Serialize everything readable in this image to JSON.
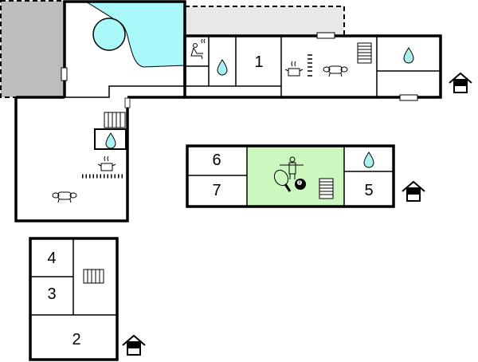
{
  "rooms": {
    "r1": "1",
    "r2": "2",
    "r3": "3",
    "r4": "4",
    "r5": "5",
    "r6": "6",
    "r7": "7"
  },
  "colors": {
    "pool": "#aaf8f8",
    "game_room": "#ccf8c0",
    "outdoor_gray": "#bdbdbd",
    "terrace_gray": "#e8e8e8",
    "water_drop": "#aaf0f0"
  },
  "icons": [
    "pool",
    "sauna-icon",
    "water-drop-icon",
    "kitchen-pot-icon",
    "sofa-icon",
    "stairs-icon",
    "house-entrance-icon",
    "table-tennis-icon",
    "table-football-icon",
    "billiard-ball-icon"
  ],
  "billiard_ball_number": "8"
}
